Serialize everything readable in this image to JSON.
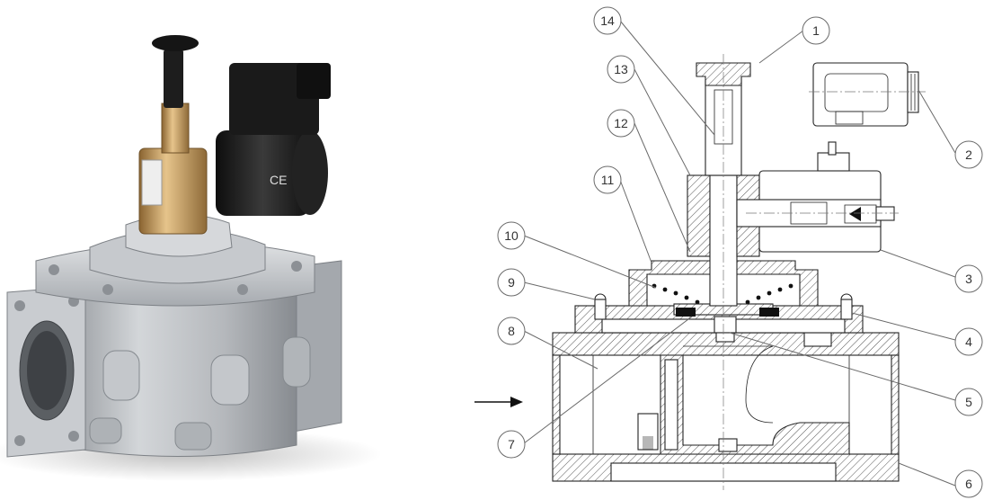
{
  "illustration": {
    "photo_icon": "solenoid-gas-valve-photo",
    "drawing_icon": "valve-cross-section-drawing",
    "flow_arrow_icon": "arrow-right-icon",
    "colors": {
      "body_aluminium": "#b9bcc0",
      "brass": "#c9a063",
      "coil_black": "#1c1c1c",
      "line": "#222222",
      "leader": "#6a6a6a"
    }
  },
  "callouts": [
    {
      "number": "1"
    },
    {
      "number": "2"
    },
    {
      "number": "3"
    },
    {
      "number": "4"
    },
    {
      "number": "5"
    },
    {
      "number": "6"
    },
    {
      "number": "7"
    },
    {
      "number": "8"
    },
    {
      "number": "9"
    },
    {
      "number": "10"
    },
    {
      "number": "11"
    },
    {
      "number": "12"
    },
    {
      "number": "13"
    },
    {
      "number": "14"
    }
  ]
}
